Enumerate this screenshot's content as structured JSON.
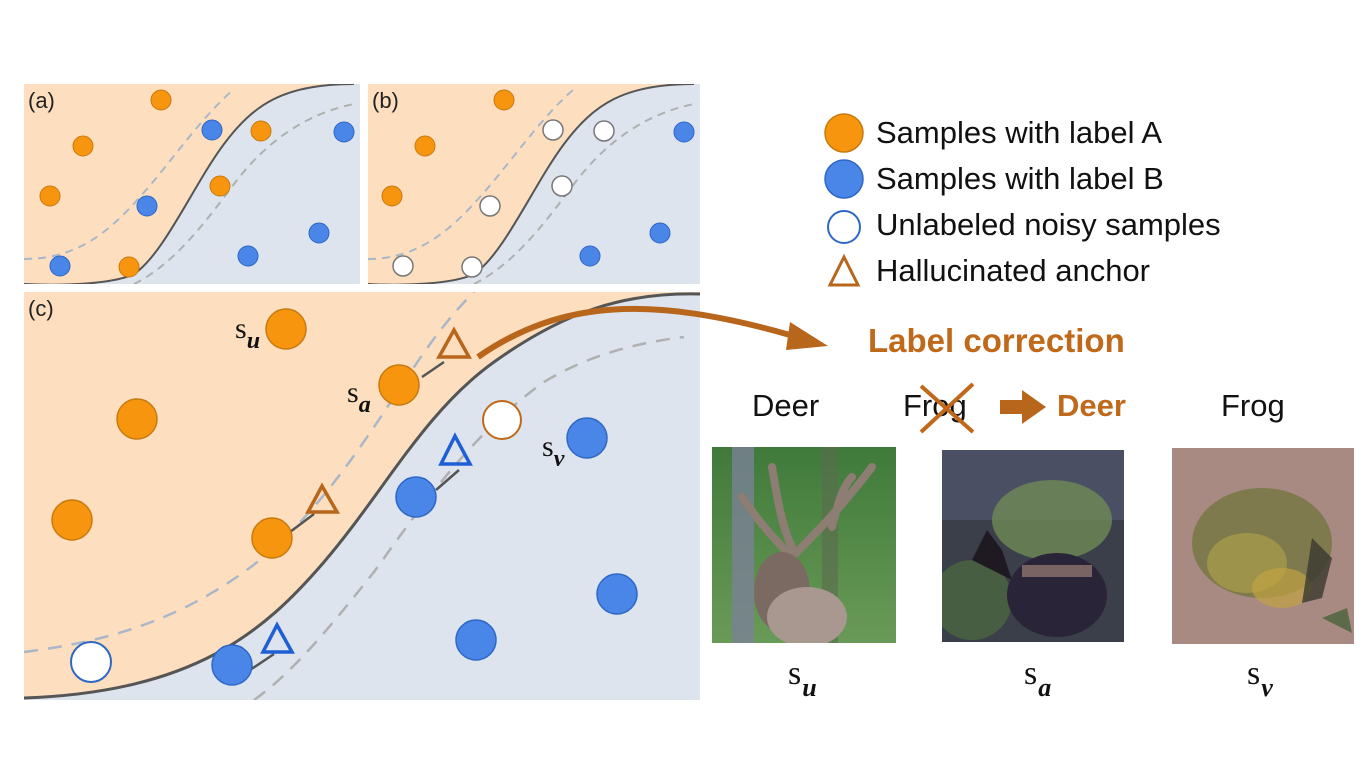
{
  "panels": {
    "a": {
      "label": "(a)"
    },
    "b": {
      "label": "(b)"
    },
    "c": {
      "label": "(c)",
      "point_labels": {
        "u": "u",
        "a": "a",
        "v": "v",
        "s": "s"
      }
    }
  },
  "legend": {
    "items": [
      {
        "icon": "orange-filled-circle-icon",
        "label": "Samples with label A",
        "color": "#f7960e"
      },
      {
        "icon": "blue-filled-circle-icon",
        "label": "Samples with label B",
        "color": "#4a85e8"
      },
      {
        "icon": "hollow-circle-icon",
        "label": "Unlabeled noisy samples",
        "color": "#4a85e8"
      },
      {
        "icon": "triangle-icon",
        "label": "Hallucinated anchor",
        "color": "#b8661c"
      }
    ]
  },
  "correction": {
    "title": "Label correction",
    "labels": {
      "first": "Deer",
      "wrong": "Frog",
      "corrected": "Deer",
      "third": "Frog"
    },
    "samples": [
      {
        "s": "s",
        "sub": "u",
        "image": "deer-image"
      },
      {
        "s": "s",
        "sub": "a",
        "image": "dark-deer-image"
      },
      {
        "s": "s",
        "sub": "v",
        "image": "frog-image"
      }
    ]
  },
  "colors": {
    "region_a": "#fddfbf",
    "region_b": "#dde4ee",
    "label_a": "#f7960e",
    "label_b": "#4a85e8",
    "accent": "#c0691a"
  }
}
